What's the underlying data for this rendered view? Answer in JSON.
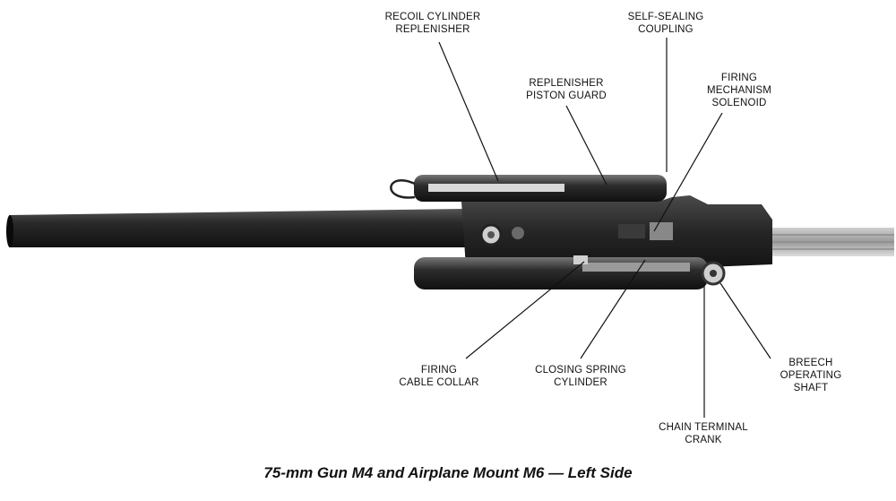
{
  "caption": "75-mm Gun M4 and Airplane Mount M6 — Left Side",
  "labels": {
    "recoil_cylinder_replenisher": [
      "RECOIL CYLINDER",
      "REPLENISHER"
    ],
    "self_sealing_coupling": [
      "SELF-SEALING",
      "COUPLING"
    ],
    "replenisher_piston_guard": [
      "REPLENISHER",
      "PISTON GUARD"
    ],
    "firing_mechanism_solenoid": [
      "FIRING",
      "MECHANISM",
      "SOLENOID"
    ],
    "firing_cable_collar": [
      "FIRING",
      "CABLE COLLAR"
    ],
    "closing_spring_cylinder": [
      "CLOSING SPRING",
      "CYLINDER"
    ],
    "breech_operating_shaft": [
      "BREECH",
      "OPERATING",
      "SHAFT"
    ],
    "chain_terminal_crank": [
      "CHAIN TERMINAL",
      "CRANK"
    ]
  },
  "colors": {
    "ink": "#111111",
    "metal_dark": "#1c1c1c",
    "metal_mid": "#3a3a3a",
    "metal_light": "#8a8a8a",
    "background": "#ffffff"
  }
}
